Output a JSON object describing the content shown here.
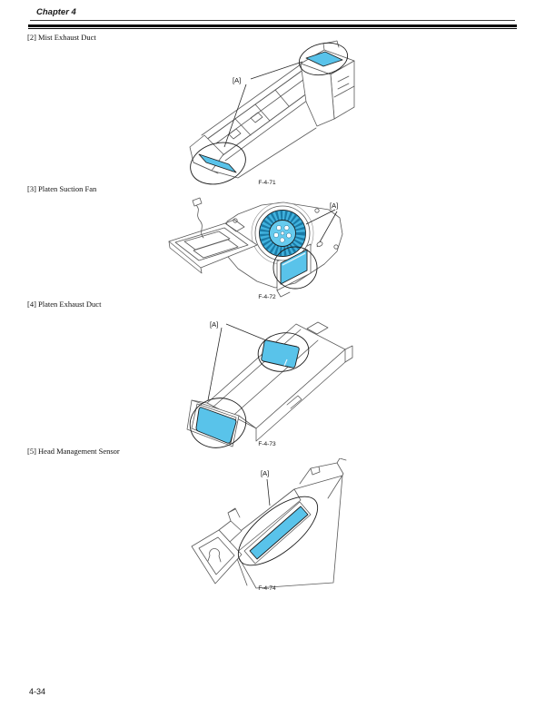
{
  "header": {
    "chapter": "Chapter 4"
  },
  "sections": [
    {
      "heading": "[2] Mist Exhaust Duct",
      "figure_caption": "F-4-71",
      "callout_label": "[A]"
    },
    {
      "heading": "[3] Platen Suction Fan",
      "figure_caption": "F-4-72",
      "callout_label": "[A]"
    },
    {
      "heading": "[4] Platen Exhaust Duct",
      "figure_caption": "F-4-73",
      "callout_label": "[A]"
    },
    {
      "heading": "[5] Head Management Sensor",
      "figure_caption": "F-4-74",
      "callout_label": "[A]"
    }
  ],
  "colors": {
    "highlight": "#59C3EA",
    "fan_ring": "#41B2DE",
    "fan_slot": "#1A7AA6",
    "fan_hub": "#66CBEE"
  },
  "footer": {
    "page_number": "4-34"
  }
}
